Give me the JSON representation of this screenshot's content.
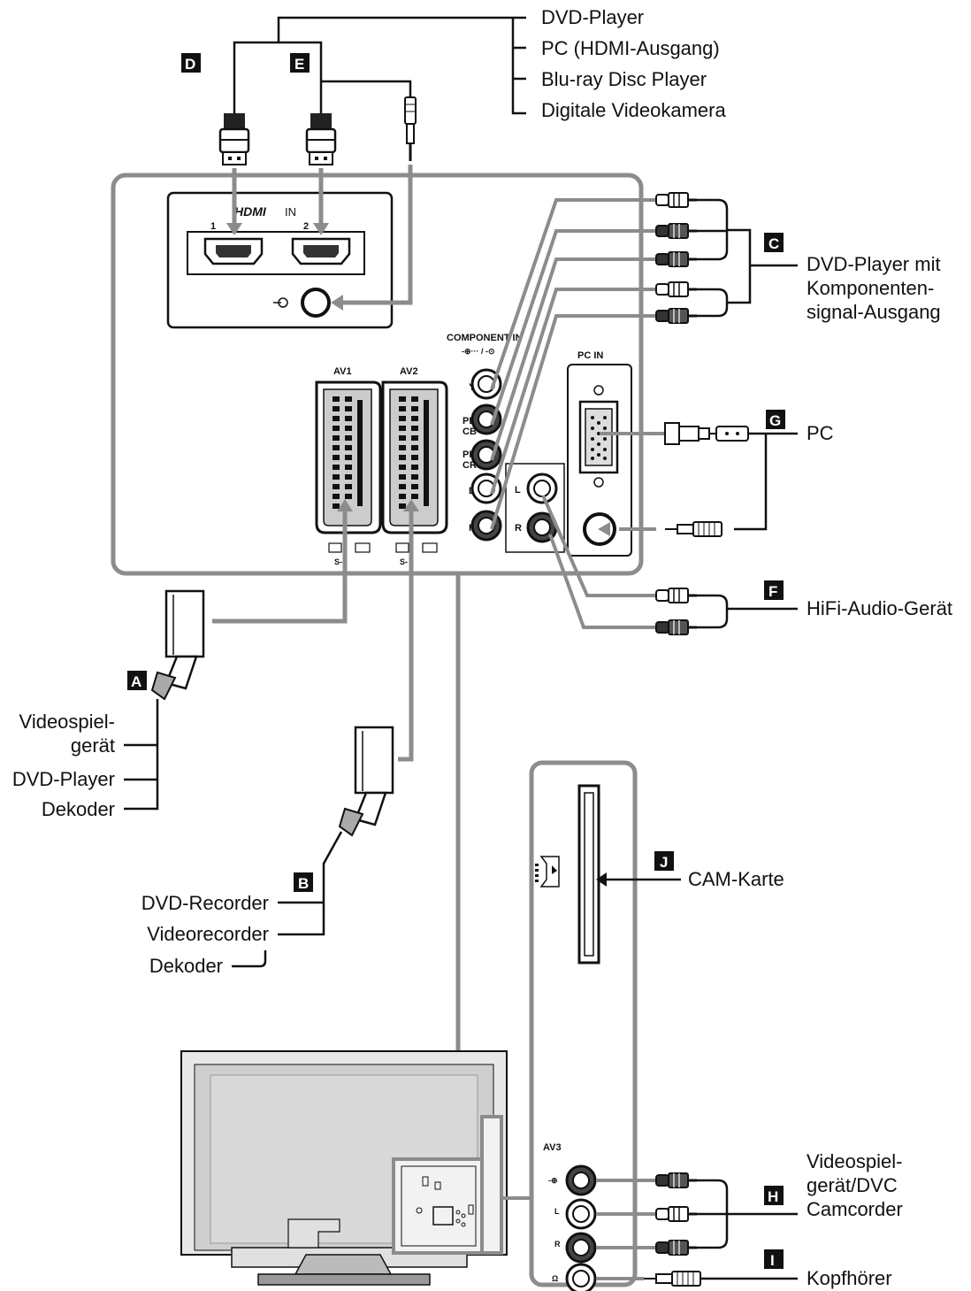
{
  "labels": {
    "top_dvd_player": "DVD-Player",
    "top_pc_hdmi": "PC (HDMI-Ausgang)",
    "top_bluray": "Blu-ray Disc Player",
    "top_dv_camera": "Digitale Videokamera",
    "c_line1": "DVD-Player mit",
    "c_line2": "Komponenten-",
    "c_line3": "signal-Ausgang",
    "g_pc": "PC",
    "f_hifi": "HiFi-Audio-Gerät",
    "a_line1": "Videospiel-",
    "a_line2": "gerät",
    "a_dvd": "DVD-Player",
    "a_dekoder": "Dekoder",
    "b_dvd_recorder": "DVD-Recorder",
    "b_videorecorder": "Videorecorder",
    "b_dekoder": "Dekoder",
    "j_cam": "CAM-Karte",
    "h_line1": "Videospiel-",
    "h_line2": "gerät/DVC",
    "h_line3": "Camcorder",
    "i_kopfhoerer": "Kopfhörer"
  },
  "badges": {
    "a": "A",
    "b": "B",
    "c": "C",
    "d": "D",
    "e": "E",
    "f": "F",
    "g": "G",
    "h": "H",
    "i": "I",
    "j": "J"
  },
  "panel": {
    "hdmi_in_logo": "HDMI",
    "hdmi_in_text": "IN",
    "hdmi_port1": "1",
    "hdmi_port2": "2",
    "component_in": "COMPONENT IN",
    "av1": "AV1",
    "av2": "AV2",
    "pc_in": "PC IN",
    "y": "Y",
    "pb": "PB/",
    "cb": "CB",
    "pr": "PR/",
    "cr": "CR",
    "l": "L",
    "r": "R",
    "av3": "AV3"
  },
  "colors": {
    "cable_gray": "#8c8c8c",
    "line_black": "#111111",
    "badge_bg": "#111111"
  }
}
